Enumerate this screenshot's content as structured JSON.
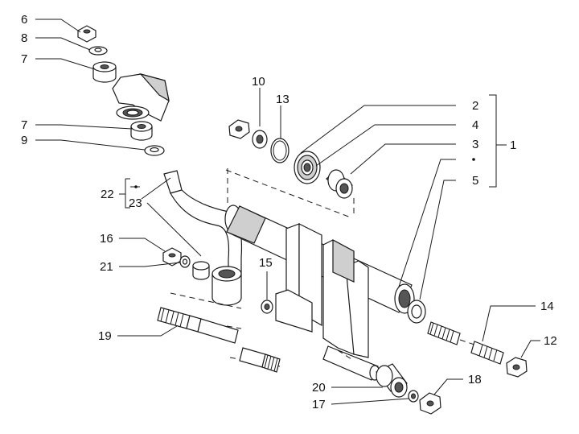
{
  "callouts": [
    {
      "id": "label-6",
      "text": "6"
    },
    {
      "id": "label-8",
      "text": "8"
    },
    {
      "id": "label-7a",
      "text": "7"
    },
    {
      "id": "label-7b",
      "text": "7"
    },
    {
      "id": "label-9",
      "text": "9"
    },
    {
      "id": "label-10",
      "text": "10"
    },
    {
      "id": "label-13",
      "text": "13"
    },
    {
      "id": "label-2",
      "text": "2"
    },
    {
      "id": "label-4",
      "text": "4"
    },
    {
      "id": "label-3",
      "text": "3"
    },
    {
      "id": "label-1",
      "text": "1"
    },
    {
      "id": "label-5",
      "text": "5"
    },
    {
      "id": "label-22",
      "text": "22"
    },
    {
      "id": "label-23",
      "text": "23"
    },
    {
      "id": "label-16",
      "text": "16"
    },
    {
      "id": "label-21",
      "text": "21"
    },
    {
      "id": "label-15",
      "text": "15"
    },
    {
      "id": "label-19",
      "text": "19"
    },
    {
      "id": "label-14",
      "text": "14"
    },
    {
      "id": "label-12",
      "text": "12"
    },
    {
      "id": "label-18",
      "text": "18"
    },
    {
      "id": "label-20",
      "text": "20"
    },
    {
      "id": "label-17",
      "text": "17"
    }
  ]
}
